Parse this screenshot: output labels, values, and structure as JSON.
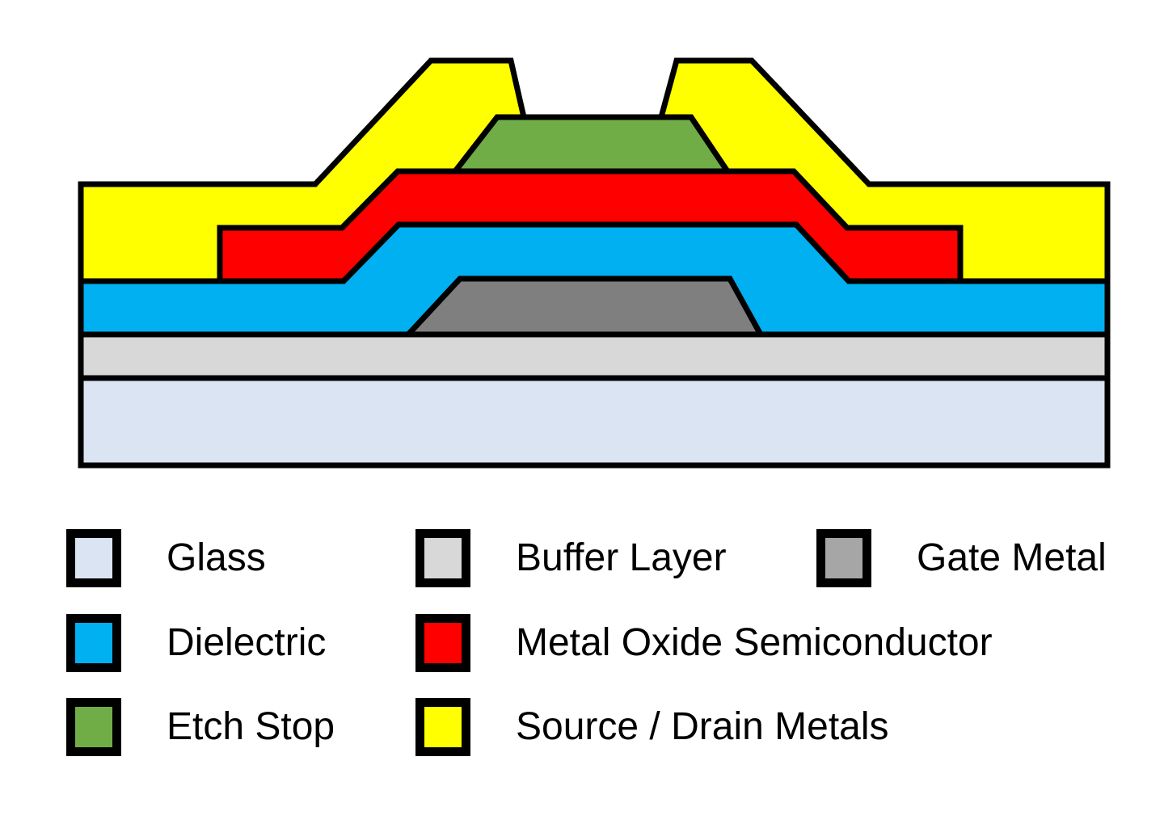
{
  "diagram": {
    "type": "cross-section of an etch-stop metal-oxide TFT on glass",
    "outline_color": "#000000",
    "layers": {
      "glass": {
        "name": "Glass",
        "color": "#dbe4f2"
      },
      "buffer_layer": {
        "name": "Buffer Layer",
        "color": "#d8d8d8"
      },
      "gate_metal": {
        "name": "Gate Metal",
        "color": "#7f7f7f"
      },
      "dielectric": {
        "name": "Dielectric",
        "color": "#00b0f0"
      },
      "metal_oxide_semiconductor": {
        "name": "Metal Oxide Semiconductor",
        "color": "#ff0000"
      },
      "etch_stop": {
        "name": "Etch Stop",
        "color": "#70ad47"
      },
      "source_drain_metals": {
        "name": "Source / Drain Metals",
        "color": "#ffff00"
      }
    }
  },
  "legend": {
    "items": [
      {
        "label": "Glass",
        "color": "#dbe4f2"
      },
      {
        "label": "Buffer Layer",
        "color": "#d8d8d8"
      },
      {
        "label": "Gate Metal",
        "color": "#a6a6a6"
      },
      {
        "label": "Dielectric",
        "color": "#00b0f0"
      },
      {
        "label": "Metal Oxide Semiconductor",
        "color": "#ff0000"
      },
      {
        "label": "Etch Stop",
        "color": "#70ad47"
      },
      {
        "label": "Source / Drain Metals",
        "color": "#ffff00"
      }
    ]
  }
}
